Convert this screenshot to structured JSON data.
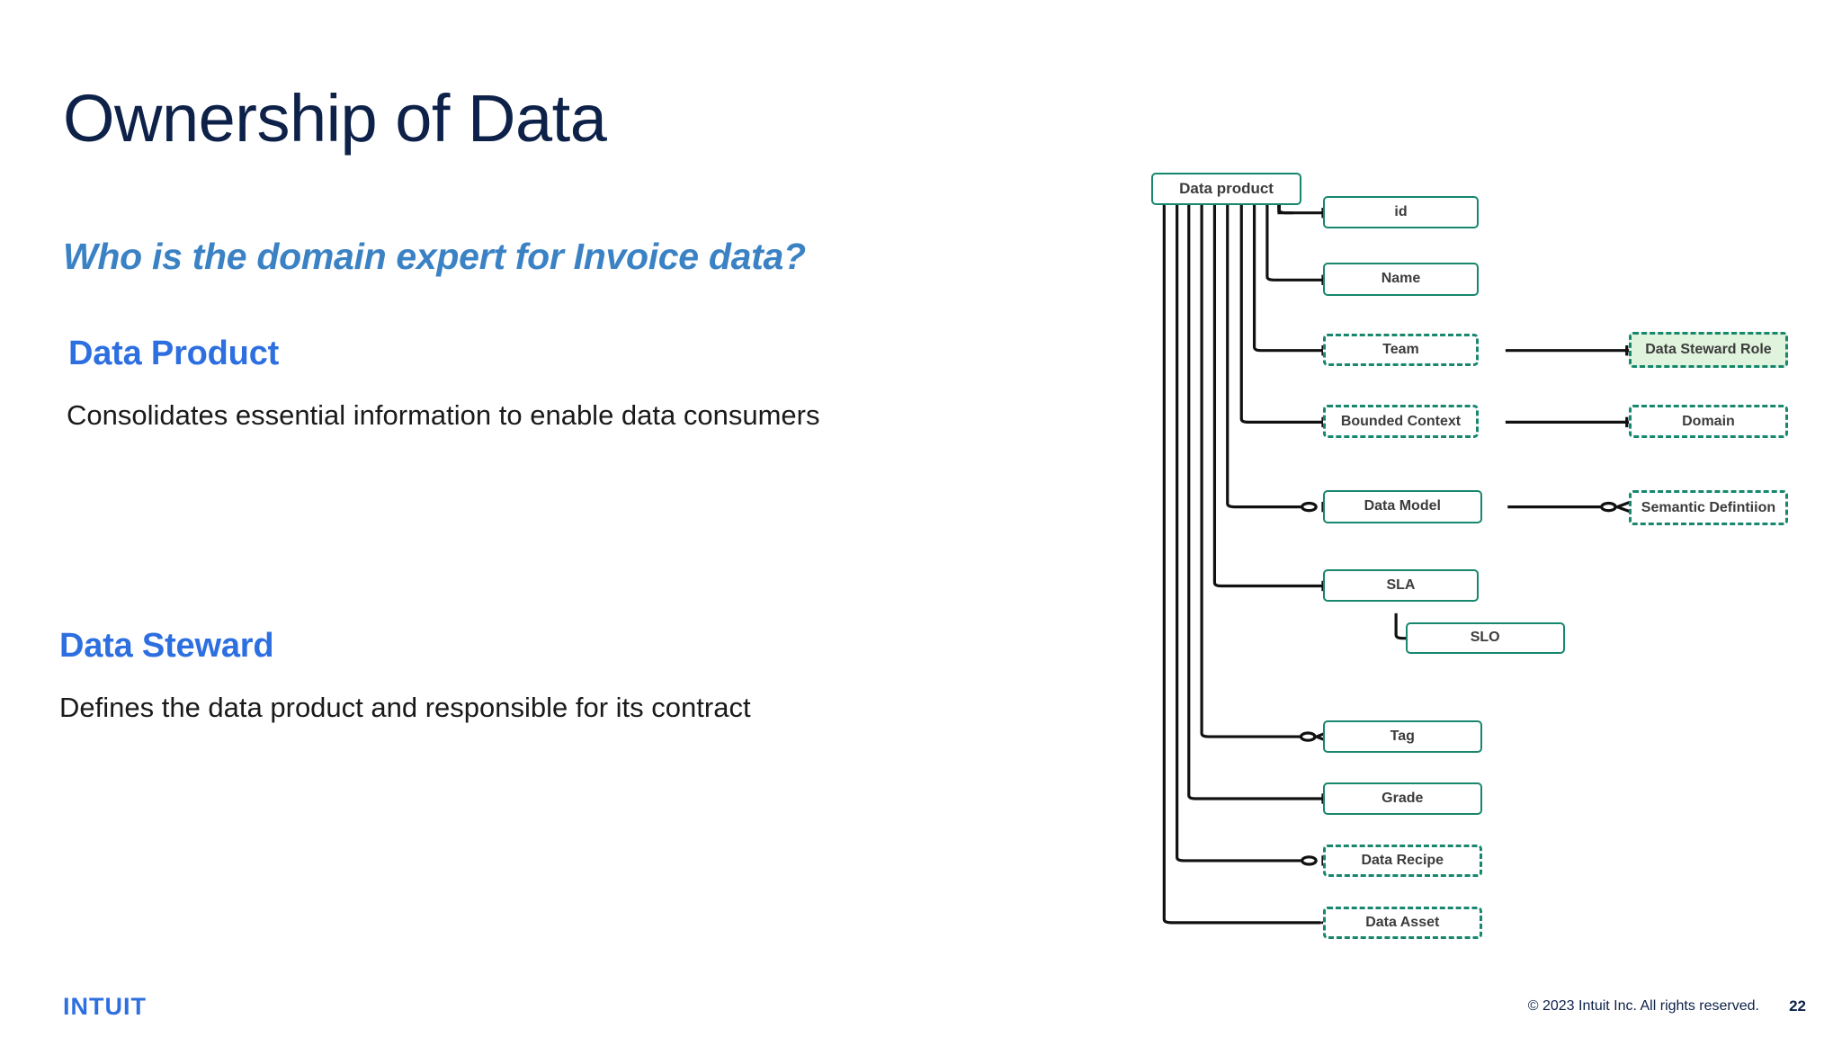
{
  "slide": {
    "title": "Ownership of Data",
    "subtitle": "Who is the domain expert for Invoice data?",
    "sections": [
      {
        "heading": "Data Product",
        "body": "Consolidates essential information to enable data consumers"
      },
      {
        "heading": "Data Steward",
        "body": "Defines the data product and responsible for its contract"
      }
    ]
  },
  "footer": {
    "logo": "INTUIT",
    "copyright": "© 2023 Intuit Inc. All rights reserved.",
    "page_number": "22"
  },
  "colors": {
    "title": "#0d2149",
    "subtitle": "#3b82c4",
    "heading": "#2d6fe0",
    "body": "#1a1a1a",
    "entity_border": "#17876d",
    "entity_fill": "#ffffff",
    "highlight_fill": "#dff3dd",
    "connector": "#111111"
  },
  "diagram": {
    "type": "entity-relationship",
    "root": {
      "label": "Data product",
      "style": "solid"
    },
    "entities": [
      {
        "label": "id",
        "style": "solid",
        "fill": "white"
      },
      {
        "label": "Name",
        "style": "solid",
        "fill": "white"
      },
      {
        "label": "Team",
        "style": "dashed",
        "fill": "white"
      },
      {
        "label": "Bounded Context",
        "style": "dashed",
        "fill": "white"
      },
      {
        "label": "Data Model",
        "style": "solid",
        "fill": "white"
      },
      {
        "label": "SLA",
        "style": "solid",
        "fill": "white"
      },
      {
        "label": "SLO",
        "style": "solid",
        "fill": "white"
      },
      {
        "label": "Tag",
        "style": "solid",
        "fill": "white"
      },
      {
        "label": "Grade",
        "style": "solid",
        "fill": "white"
      },
      {
        "label": "Data Recipe",
        "style": "dashed",
        "fill": "white"
      },
      {
        "label": "Data Asset",
        "style": "dashed",
        "fill": "white"
      },
      {
        "label": "Data Steward Role",
        "style": "dashed",
        "fill": "green"
      },
      {
        "label": "Domain",
        "style": "dashed",
        "fill": "white"
      },
      {
        "label": "Semantic Defintiion",
        "style": "dashed",
        "fill": "white"
      }
    ],
    "relationships": [
      {
        "from": "Data product",
        "to": "id",
        "cardinality": "one"
      },
      {
        "from": "Data product",
        "to": "Name",
        "cardinality": "one"
      },
      {
        "from": "Data product",
        "to": "Team",
        "cardinality": "one"
      },
      {
        "from": "Data product",
        "to": "Bounded Context",
        "cardinality": "one"
      },
      {
        "from": "Data product",
        "to": "Data Model",
        "cardinality": "zero-or-one"
      },
      {
        "from": "Data product",
        "to": "SLA",
        "cardinality": "one"
      },
      {
        "from": "Data product",
        "to": "Tag",
        "cardinality": "zero-or-many"
      },
      {
        "from": "Data product",
        "to": "Grade",
        "cardinality": "one"
      },
      {
        "from": "Data product",
        "to": "Data Recipe",
        "cardinality": "zero-or-one"
      },
      {
        "from": "Data product",
        "to": "Data Asset",
        "cardinality": "many"
      },
      {
        "from": "SLA",
        "to": "SLO",
        "cardinality": "many"
      },
      {
        "from": "Team",
        "to": "Data Steward Role",
        "cardinality": "one"
      },
      {
        "from": "Bounded Context",
        "to": "Domain",
        "cardinality": "one"
      },
      {
        "from": "Data Model",
        "to": "Semantic Defintiion",
        "cardinality": "zero-or-many"
      }
    ]
  }
}
